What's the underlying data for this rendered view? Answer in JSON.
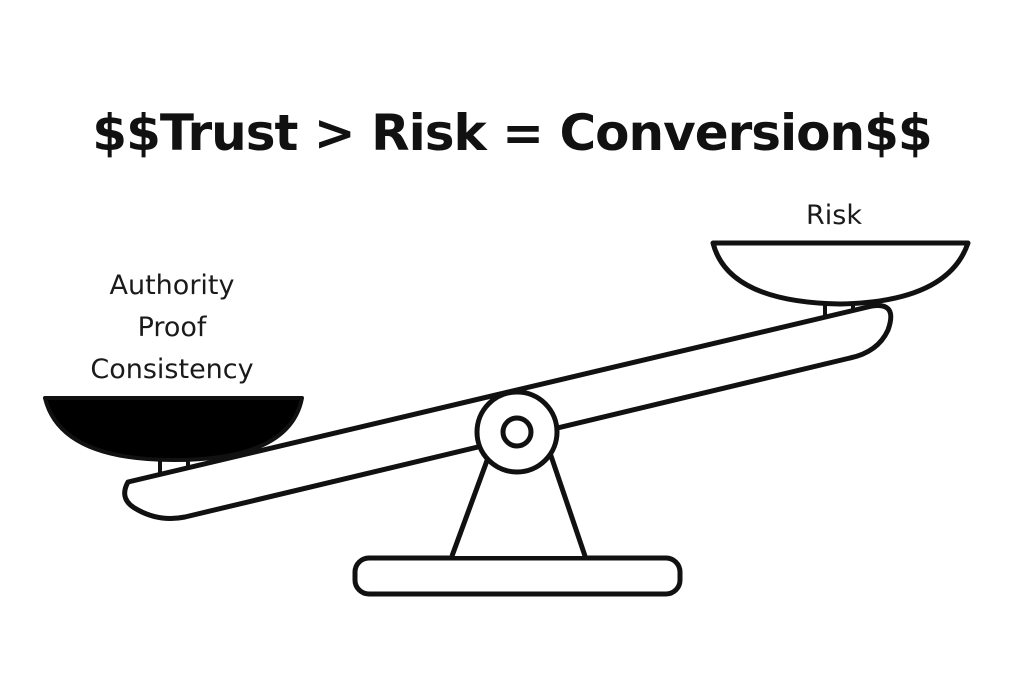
{
  "title": "$$Trust > Risk = Conversion$$",
  "left_pan": {
    "labels": [
      "Authority",
      "Proof",
      "Consistency"
    ]
  },
  "right_pan": {
    "label": "Risk"
  },
  "colors": {
    "stroke": "#111111",
    "left_pan_fill": "#000000",
    "right_pan_fill": "#ffffff",
    "background": "#ffffff"
  }
}
